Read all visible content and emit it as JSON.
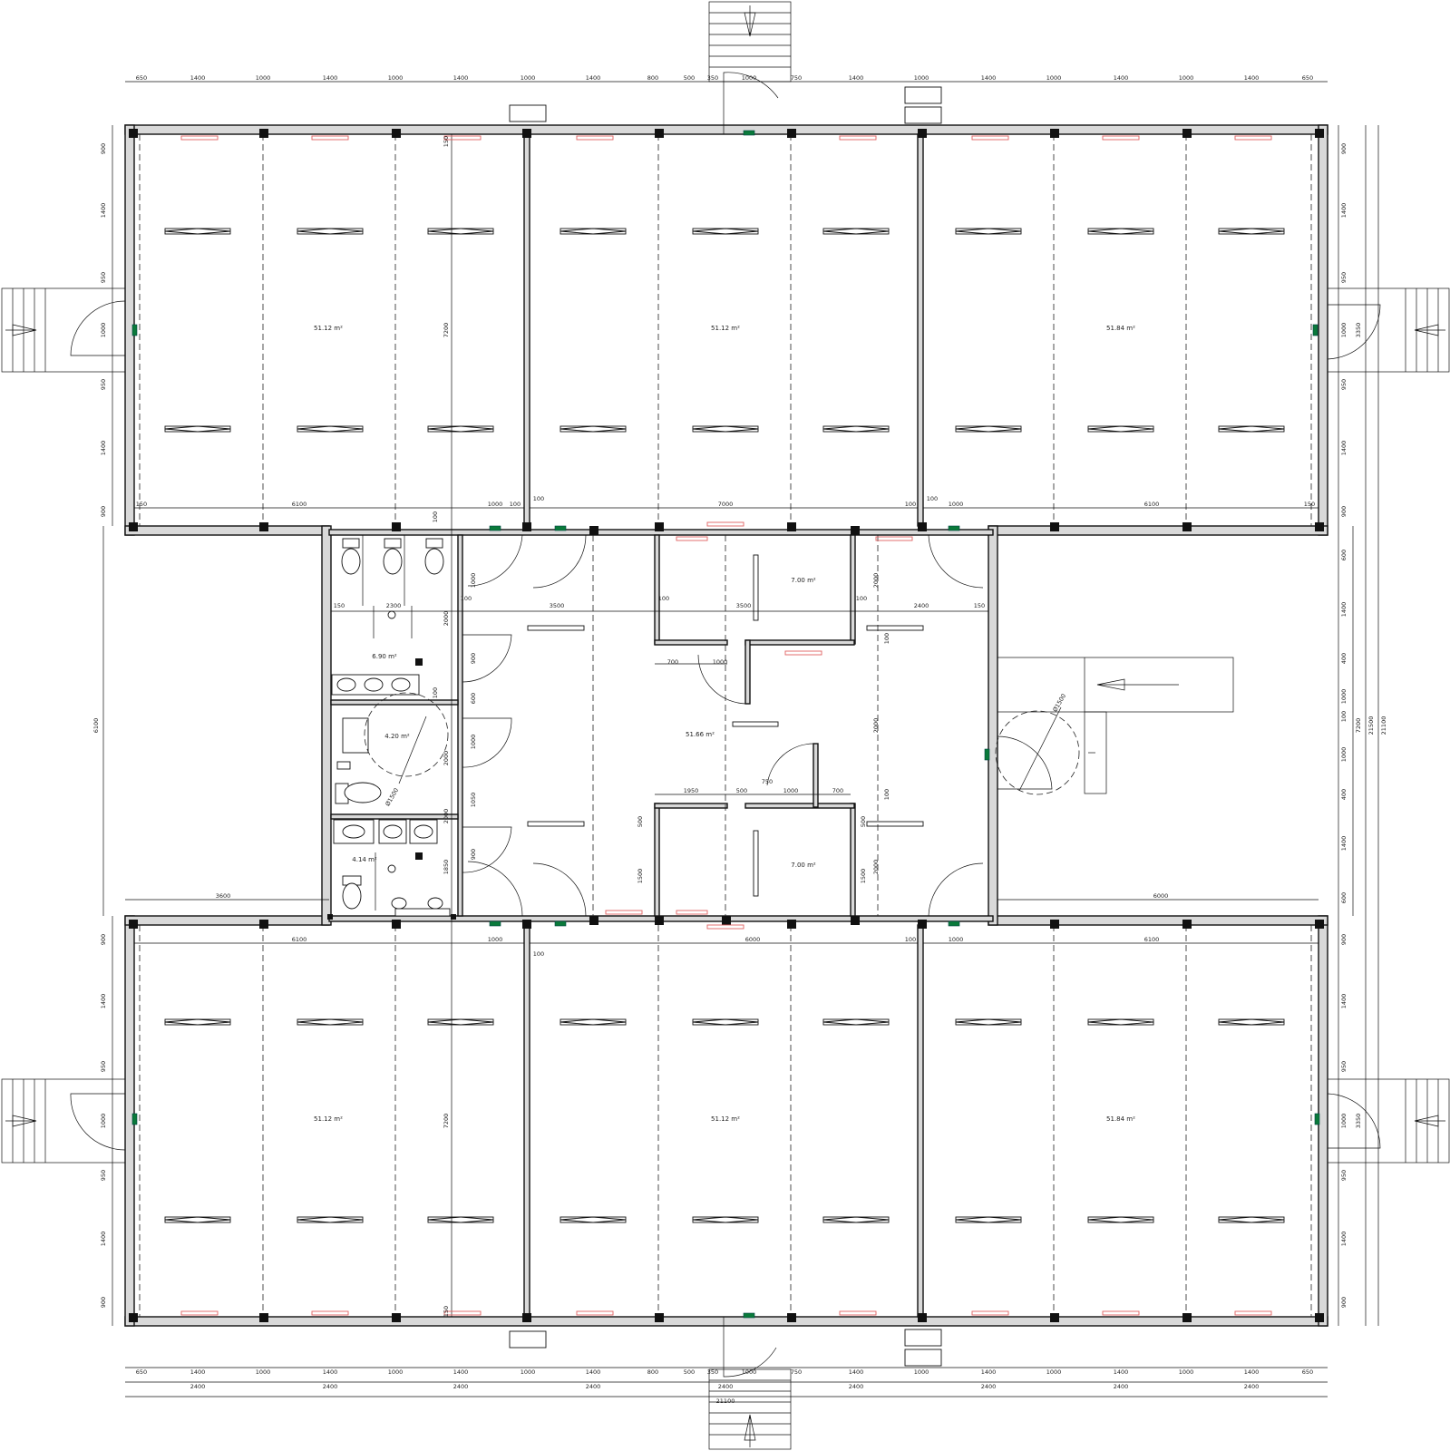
{
  "dimensions": {
    "top_segments": [
      "650",
      "1400",
      "1000",
      "1400",
      "1000",
      "1400",
      "1000",
      "1400",
      "800",
      "500",
      "350",
      "1000",
      "750",
      "1400",
      "1000",
      "1400",
      "1000",
      "1400",
      "1000",
      "1400",
      "650"
    ],
    "bottom_segments": [
      "650",
      "1400",
      "1000",
      "1400",
      "1000",
      "1400",
      "1000",
      "1400",
      "800",
      "500",
      "350",
      "1000",
      "750",
      "1400",
      "1000",
      "1400",
      "1000",
      "1400",
      "1000",
      "1400",
      "650"
    ],
    "bottom_modules": [
      "2400",
      "2400",
      "2400",
      "2400",
      "2400",
      "2400",
      "2400",
      "2400",
      "2400"
    ],
    "overall_width": "21100",
    "right_segments_top": [
      "900",
      "1400",
      "950",
      "1000",
      "950",
      "1400",
      "900"
    ],
    "right_segments_mid": [
      "600",
      "1400",
      "400",
      "1000",
      "100",
      "1000",
      "400",
      "1400",
      "600"
    ],
    "right_segments_bottom": [
      "900",
      "1400",
      "950",
      "1000",
      "950",
      "1400",
      "900"
    ],
    "left_segments_top": [
      "900",
      "1400",
      "950",
      "1000",
      "950",
      "1400",
      "900"
    ],
    "left_segments_bottom": [
      "900",
      "1400",
      "950",
      "1000",
      "950",
      "1400",
      "900"
    ],
    "right_overall": [
      "7200",
      "21500",
      "21100"
    ],
    "door_offsets": [
      "3350",
      "3350"
    ],
    "left_mid": "6100",
    "left_wing_width": "3600",
    "right_wing_width": "6000",
    "inner_labels": [
      "150",
      "6100",
      "1000",
      "100",
      "7000",
      "100",
      "1000",
      "6100",
      "150",
      "6100",
      "1000",
      "6000",
      "1000",
      "6100",
      "100",
      "100",
      "100",
      "100",
      "7200",
      "7200",
      "150",
      "150"
    ],
    "core_labels": [
      "150",
      "2300",
      "3500",
      "100",
      "3500",
      "100",
      "2400",
      "150",
      "700",
      "1000",
      "1950",
      "500",
      "750",
      "1000",
      "700",
      "100",
      "100",
      "2000",
      "2000",
      "1000",
      "100",
      "100",
      "100",
      "900",
      "600",
      "1000",
      "2000",
      "1050",
      "900",
      "1850",
      "500",
      "1500",
      "500",
      "1500",
      "2000",
      "2000",
      "2000"
    ]
  },
  "rooms": {
    "nw": "51.12 m²",
    "n": "51.12 m²",
    "ne": "51.84 m²",
    "sw": "51.12 m²",
    "s": "51.12 m²",
    "se": "51.84 m²",
    "hall": "51.66 m²",
    "room_a": "7.00 m²",
    "room_b": "7.00 m²",
    "wc_main": "6.90 m²",
    "wc_access": "4.20 m²",
    "wc_small": "4.14 m²"
  },
  "annotations": {
    "turn_circle_1": "Ø1500",
    "turn_circle_2": "Ø1500"
  }
}
